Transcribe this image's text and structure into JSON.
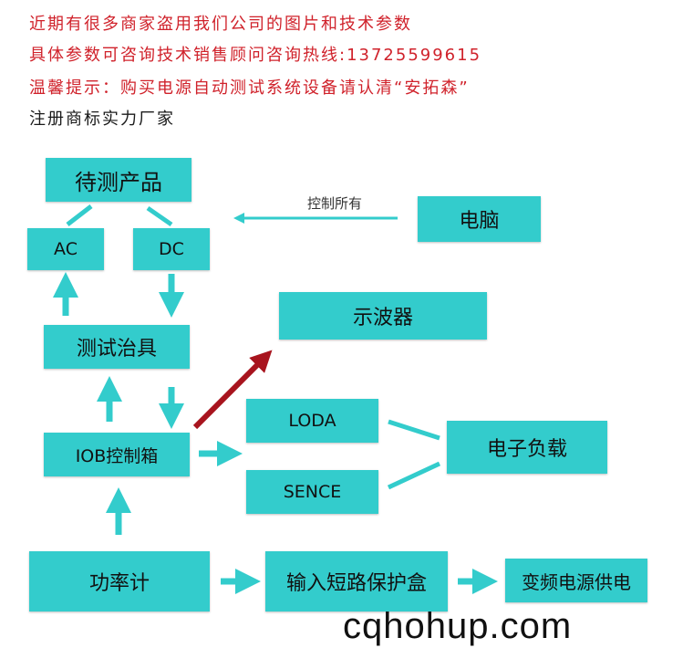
{
  "notice": {
    "line1": "近期有很多商家盗用我们公司的图片和技术参数",
    "line2": "具体参数可咨询技术销售顾问咨询热线:13725599615",
    "line3": "温馨提示：购买电源自动测试系统设备请认清“安拓森”",
    "line4": "注册商标实力厂家"
  },
  "nodes": {
    "product": "待测产品",
    "ac": "AC",
    "dc": "DC",
    "computer": "电脑",
    "fixture": "测试治具",
    "oscilloscope": "示波器",
    "iob": "IOB控制箱",
    "loda": "LODA",
    "sence": "SENCE",
    "eload": "电子负载",
    "power_meter": "功率计",
    "short_box": "输入短路保护盒",
    "vf_supply": "变频电源供电"
  },
  "edge_labels": {
    "control_all": "控制所有"
  },
  "watermark": "cqhohup.com",
  "colors": {
    "box": "#33cccc",
    "arrow": "#33cccc",
    "red_arrow": "#a8141e",
    "notice_red": "#d0222b"
  }
}
